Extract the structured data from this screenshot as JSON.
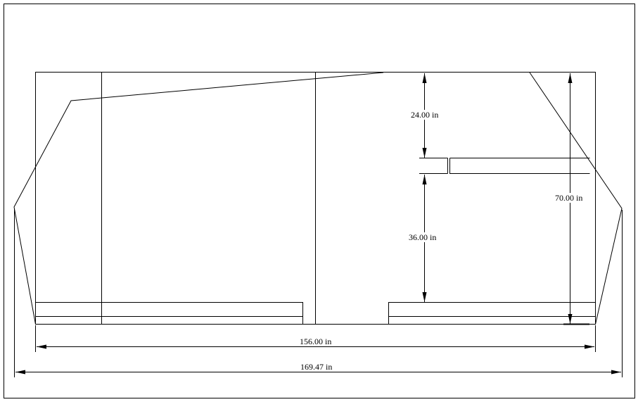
{
  "drawing": {
    "dimensions": {
      "top_gap": "24.00 in",
      "lower_gap": "36.00 in",
      "total_height": "70.00 in",
      "inner_width": "156.00 in",
      "overall_width": "169.47 in"
    }
  },
  "colors": {
    "line": "#000000",
    "background": "#ffffff"
  }
}
